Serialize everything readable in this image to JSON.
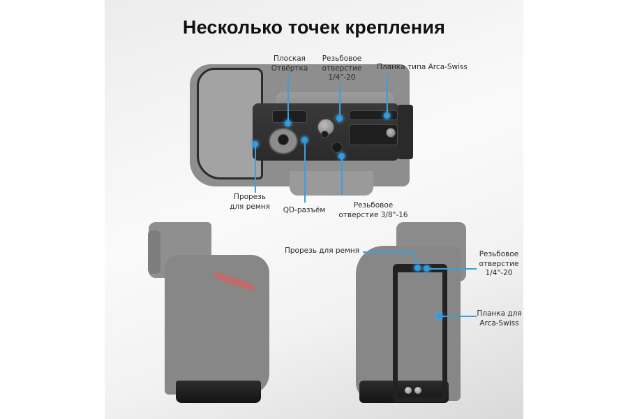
{
  "title": "Несколько точек крепления",
  "accent_color": "#2f9be0",
  "top_view": {
    "callouts": [
      {
        "id": "screwdriver",
        "text": "Плоская\nОтвёртка"
      },
      {
        "id": "thread_quarter",
        "text": "Резьбовое\nотверстие\n1/4\"-20"
      },
      {
        "id": "arca_plate",
        "text": "Планка типа Arca-Swiss"
      },
      {
        "id": "strap_slot",
        "text": "Прорезь\nдля ремня"
      },
      {
        "id": "qd_socket",
        "text": "QD-разъём"
      },
      {
        "id": "thread_three_eighths",
        "text": "Резьбовое\nотверстие 3/8\"-16"
      }
    ]
  },
  "side_view": {
    "callouts": [
      {
        "id": "strap_slot",
        "text": "Прорезь для ремня"
      },
      {
        "id": "thread_quarter",
        "text": "Резьбовое\nотверстие\n1/4\"-20"
      },
      {
        "id": "arca_plate",
        "text": "Планка для\nArca-Swiss"
      }
    ]
  }
}
